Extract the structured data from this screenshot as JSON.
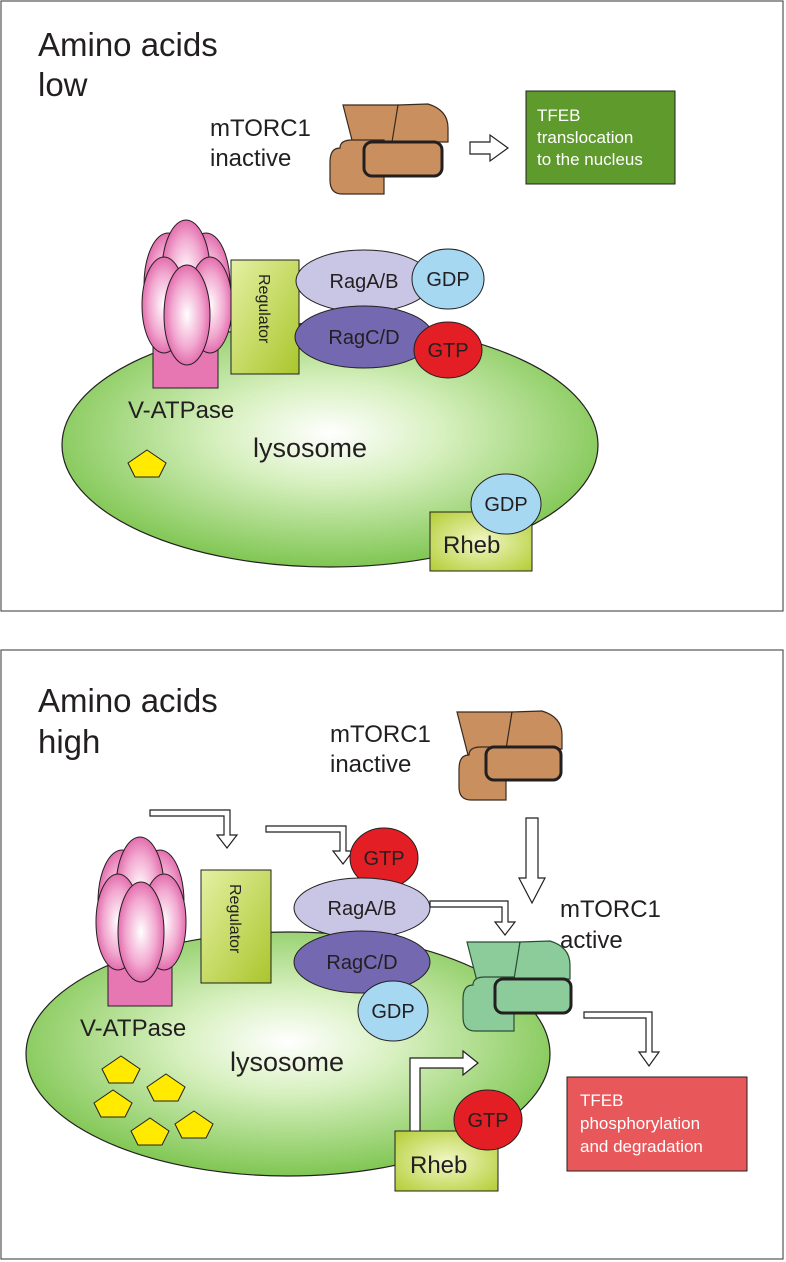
{
  "panel_top": {
    "title_line1": "Amino acids",
    "title_line2": "low",
    "mtorc1_line1": "mTORC1",
    "mtorc1_line2": "inactive",
    "tfeb_line1": "TFEB",
    "tfeb_line2": "translocation",
    "tfeb_line3": "to the nucleus",
    "rag_ab": "RagA/B",
    "rag_ab_nucleotide": "GDP",
    "rag_cd": "RagC/D",
    "rag_cd_nucleotide": "GTP",
    "regulator": "Regulator",
    "vatpase": "V-ATPase",
    "lysosome": "lysosome",
    "rheb": "Rheb",
    "rheb_nucleotide": "GDP",
    "amino_acid_count": 1
  },
  "panel_bottom": {
    "title_line1": "Amino acids",
    "title_line2": "high",
    "mtorc1_inactive_line1": "mTORC1",
    "mtorc1_inactive_line2": "inactive",
    "mtorc1_active_line1": "mTORC1",
    "mtorc1_active_line2": "active",
    "rag_ab": "RagA/B",
    "rag_ab_nucleotide": "GTP",
    "rag_cd": "RagC/D",
    "rag_cd_nucleotide": "GDP",
    "regulator": "Regulator",
    "vatpase": "V-ATPase",
    "lysosome": "lysosome",
    "rheb": "Rheb",
    "rheb_nucleotide": "GTP",
    "tfeb_line1": "TFEB",
    "tfeb_line2": "phosphorylation",
    "tfeb_line3": "and degradation",
    "amino_acid_count": 5
  },
  "colors": {
    "mtorc1_inactive": "#c98f5e",
    "mtorc1_active": "#8ccb9a",
    "tfeb_translocation": "#5e9a2c",
    "tfeb_degradation": "#e8585a",
    "rag_ab": "#c9c5e4",
    "rag_cd": "#7468b0",
    "gdp": "#a6d8f2",
    "gtp": "#e31e24",
    "regulator": "#b8d13a",
    "lysosome": "#8ccf4d",
    "vatpase": "#e677b3",
    "amino_acid": "#ffea00"
  }
}
